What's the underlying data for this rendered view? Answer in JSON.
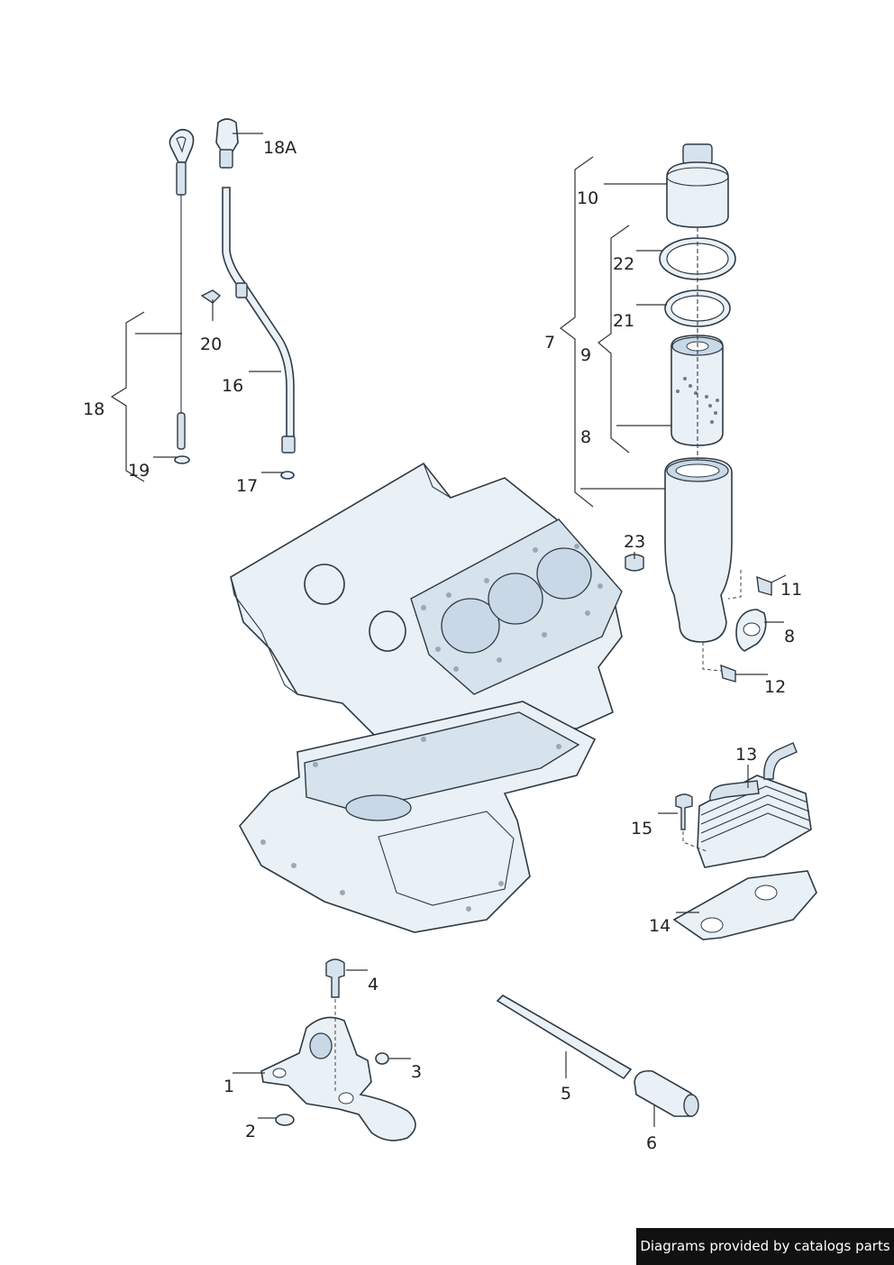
{
  "diagram": {
    "callouts": {
      "c1": "1",
      "c2": "2",
      "c3": "3",
      "c4": "4",
      "c5": "5",
      "c6": "6",
      "c7": "7",
      "c8a": "8",
      "c8b": "8",
      "c9": "9",
      "c10": "10",
      "c11": "11",
      "c12": "12",
      "c13": "13",
      "c14": "14",
      "c15": "15",
      "c16": "16",
      "c17": "17",
      "c18": "18",
      "c18a": "18A",
      "c19": "19",
      "c20": "20",
      "c21": "21",
      "c22": "22",
      "c23": "23"
    }
  },
  "footer": {
    "text": "Diagrams provided by catalogs parts"
  },
  "colors": {
    "line": "#2f3a44",
    "fill": "#e9f0f6",
    "shade": "#d6e2ec",
    "footer_bg": "#111111"
  }
}
